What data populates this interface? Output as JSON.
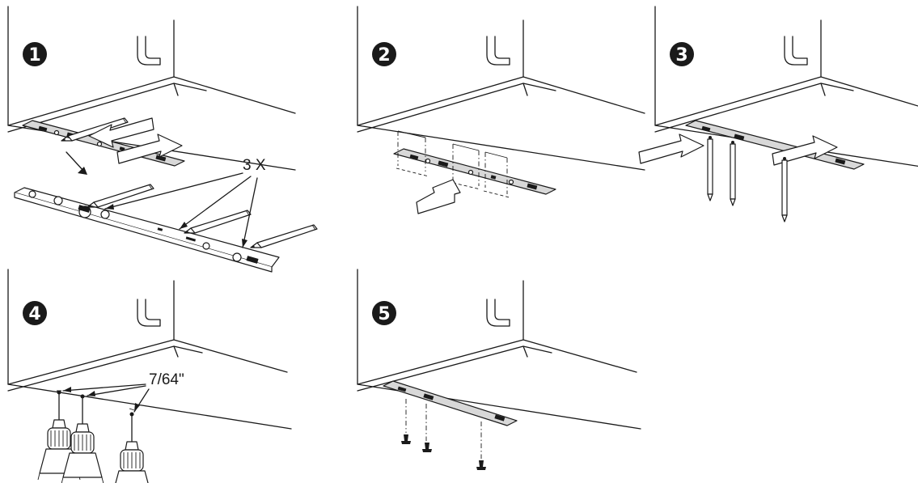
{
  "steps": [
    {
      "number": "1",
      "annotation": "3 X"
    },
    {
      "number": "2",
      "annotation": ""
    },
    {
      "number": "3",
      "annotation": ""
    },
    {
      "number": "4",
      "annotation": "7/64\""
    },
    {
      "number": "5",
      "annotation": ""
    }
  ],
  "colors": {
    "ink": "#1a1a1a",
    "fill_light": "#d8d8d8",
    "background": "#ffffff"
  },
  "icons": [
    "pipe-icon",
    "pencil-icon",
    "arrow-icon",
    "drill-bit-icon",
    "screw-icon",
    "mounting-bracket-icon"
  ]
}
